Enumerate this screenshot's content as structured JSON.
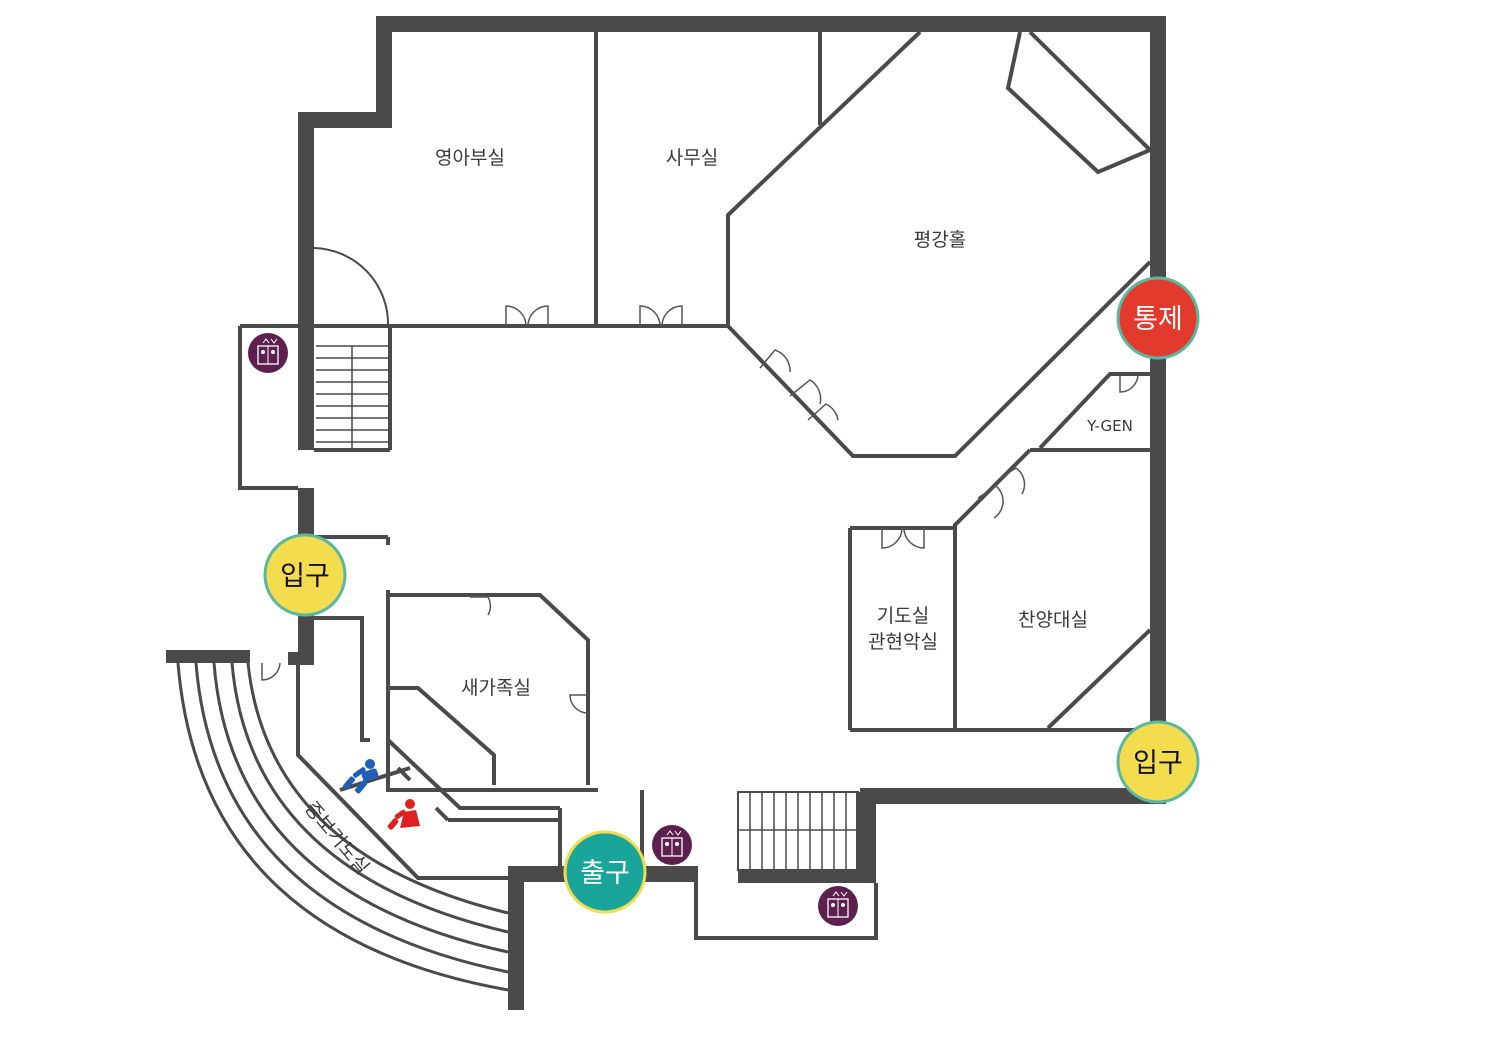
{
  "rooms": {
    "nursery": "영아부실",
    "office": "사무실",
    "lecture_hall": "평강홀",
    "ygen": "Y-GEN",
    "prayer_room": "기도실",
    "wind_room": "관현악실",
    "praise_room": "찬양대실",
    "family_room": "새가족실",
    "intercession_room": "중보기도실"
  },
  "badges": {
    "control": {
      "text": "통제",
      "color": "#e23b2e",
      "text_color": "#ffffff"
    },
    "entrance_left": {
      "text": "입구",
      "color": "#f3dc4e",
      "text_color": "#111111"
    },
    "entrance_right": {
      "text": "입구",
      "color": "#f3dc4e",
      "text_color": "#111111"
    },
    "exit": {
      "text": "출구",
      "color": "#1aa59b",
      "text_color": "#ffffff"
    }
  },
  "icons": {
    "elevator_color": "#5c1f4e",
    "restroom_male_color": "#1f5fb5",
    "restroom_female_color": "#e02020"
  },
  "colors": {
    "wall": "#4a4a4a",
    "badge_ring": "#5bb8a0"
  }
}
